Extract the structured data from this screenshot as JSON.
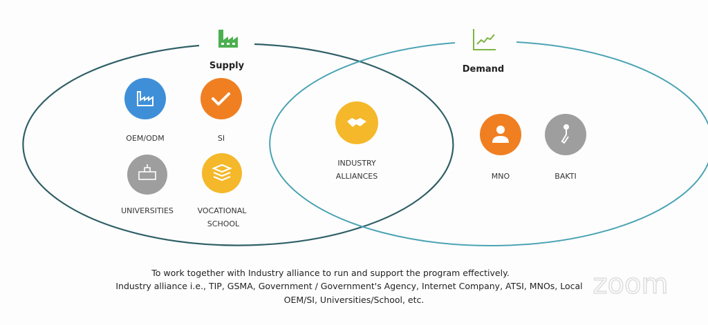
{
  "supply": {
    "title": "Supply",
    "icon": "factory-icon",
    "color": "#4caf50"
  },
  "demand": {
    "title": "Demand",
    "icon": "growth-chart-icon",
    "color": "#7cb342"
  },
  "supply_items": [
    {
      "label": "OEM/ODM",
      "icon": "factory-icon",
      "color": "#3f8fd8"
    },
    {
      "label": "SI",
      "icon": "checkmark-icon",
      "color": "#f07f22"
    },
    {
      "label": "UNIVERSITIES",
      "icon": "building-icon",
      "color": "#9e9e9e"
    },
    {
      "label_line1": "VOCATIONAL",
      "label_line2": "SCHOOL",
      "icon": "books-icon",
      "color": "#f5b82a"
    }
  ],
  "overlap": {
    "label_line1": "INDUSTRY",
    "label_line2": "ALLIANCES",
    "icon": "handshake-icon",
    "color": "#f5b82a"
  },
  "demand_items": [
    {
      "label": "MNO",
      "icon": "person-headset-icon",
      "color": "#f07f22"
    },
    {
      "label": "BAKTI",
      "icon": "tool-icon",
      "color": "#9e9e9e"
    }
  ],
  "caption": {
    "line1": "To work together with Industry alliance to run and support the program effectively.",
    "line2": "Industry alliance i.e., TIP, GSMA, Government / Government's Agency, Internet Company, ATSI, MNOs, Local",
    "line3": "OEM/SI, Universities/School, etc."
  },
  "watermark": "zoom",
  "ellipse_colors": {
    "supply": "#2f5f66",
    "demand": "#4aa3b3"
  }
}
